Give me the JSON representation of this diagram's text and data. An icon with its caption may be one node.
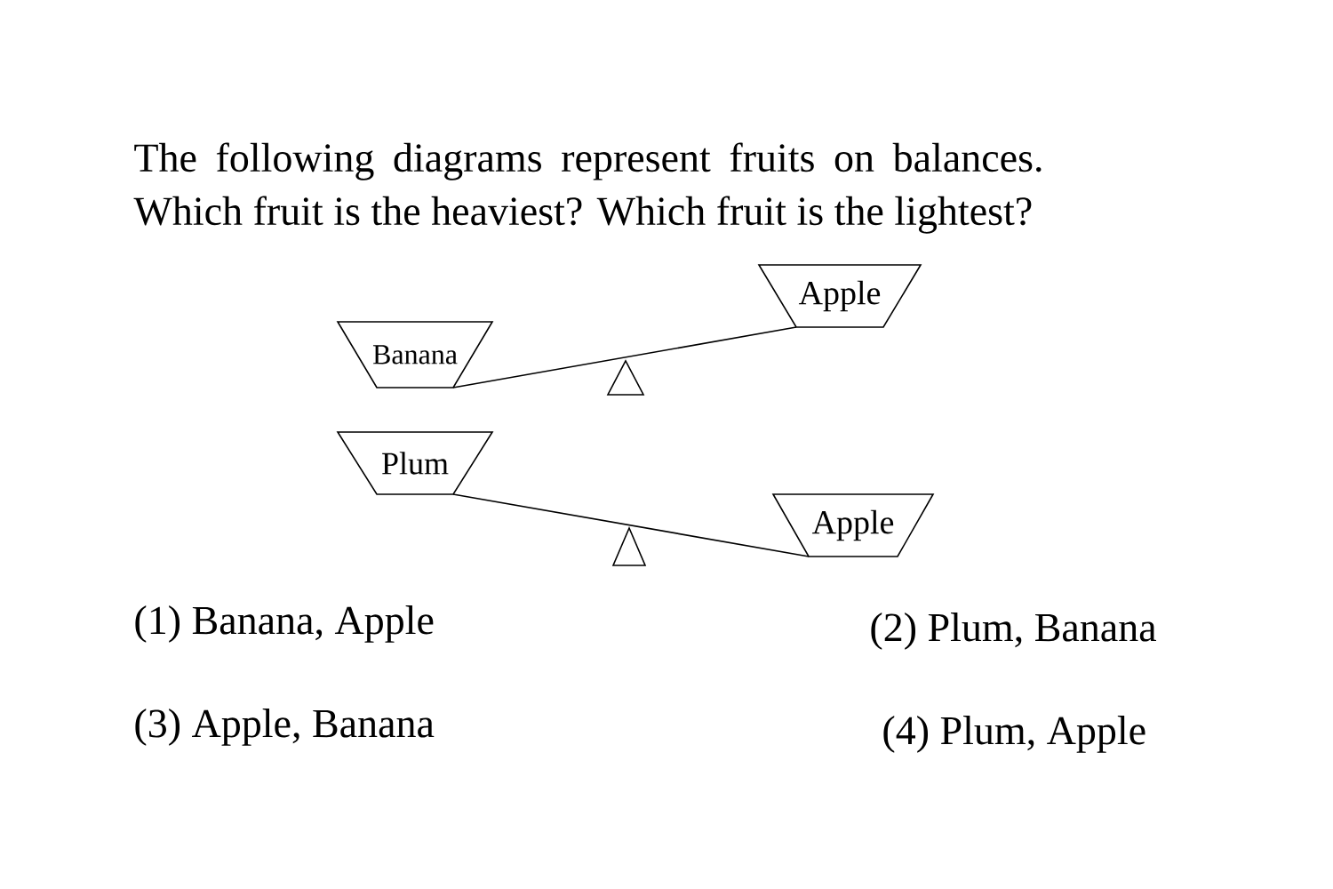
{
  "diagram": {
    "title": "The following diagrams represent fruits on balances. Which fruit is the heaviest? Which fruit is the lightest?",
    "nodes": [
      {
        "text": [
          "Banana"
        ]
      },
      {
        "text": [
          "Apple"
        ]
      },
      {
        "text": [
          "Plum"
        ]
      },
      {
        "text": [
          "Apple"
        ]
      }
    ],
    "edges": [
      {
        "from": 0,
        "to": 1,
        "arrow": "none"
      },
      {
        "from": 2,
        "to": 3,
        "arrow": "none"
      }
    ],
    "labels": [
      "(1)  Banana, Apple",
      "(2)  Plum, Banana",
      "(3)  Apple, Banana",
      "(4)  Plum, Apple"
    ]
  }
}
